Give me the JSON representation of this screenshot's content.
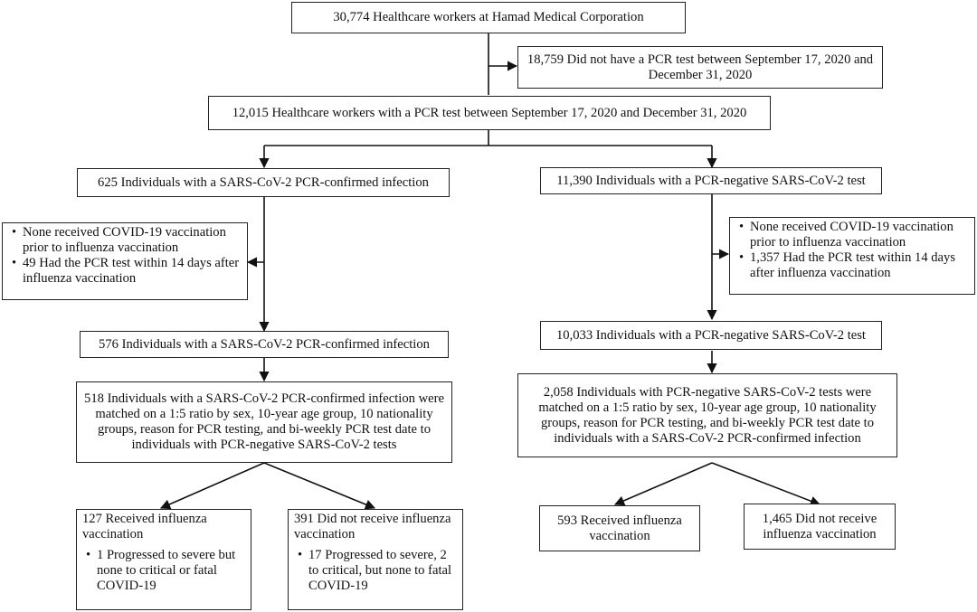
{
  "top": "30,774 Healthcare workers at Hamad Medical Corporation",
  "excluded_no_pcr": "18,759 Did not have a PCR test between September 17, 2020 and December 31, 2020",
  "with_pcr": "12,015 Healthcare workers with a PCR test between September 17, 2020 and December 31, 2020",
  "left": {
    "group": "625 Individuals with a SARS-CoV-2 PCR-confirmed infection",
    "exclusions": [
      "None received COVID-19 vaccination prior to influenza vaccination",
      "49 Had the PCR test within 14 days after influenza vaccination"
    ],
    "after_exclusion": "576 Individuals with a SARS-CoV-2 PCR-confirmed infection",
    "matched": "518 Individuals with a SARS-CoV-2 PCR-confirmed infection were matched on a 1:5 ratio by sex, 10-year age group, 10 nationality groups, reason for PCR testing, and bi-weekly PCR test date to individuals with PCR-negative SARS-CoV-2 tests",
    "vaccinated": {
      "title": "127 Received influenza vaccination",
      "bullet": "1 Progressed to severe but none to critical or fatal COVID-19"
    },
    "unvaccinated": {
      "title": "391 Did not receive influenza vaccination",
      "bullet": "17 Progressed to severe, 2 to critical, but none to fatal COVID-19"
    }
  },
  "right": {
    "group": "11,390 Individuals with a PCR-negative SARS-CoV-2 test",
    "exclusions": [
      "None received COVID-19 vaccination prior to influenza vaccination",
      "1,357 Had the PCR test within 14 days after influenza vaccination"
    ],
    "after_exclusion": "10,033 Individuals with a PCR-negative SARS-CoV-2 test",
    "matched": "2,058 Individuals with PCR-negative SARS-CoV-2 tests were matched on a 1:5 ratio by sex, 10-year age group, 10 nationality groups, reason for PCR testing, and bi-weekly PCR test date to individuals with a SARS-CoV-2 PCR-confirmed infection",
    "vaccinated": {
      "title": "593 Received influenza vaccination"
    },
    "unvaccinated": {
      "title": "1,465 Did not receive influenza vaccination"
    }
  }
}
